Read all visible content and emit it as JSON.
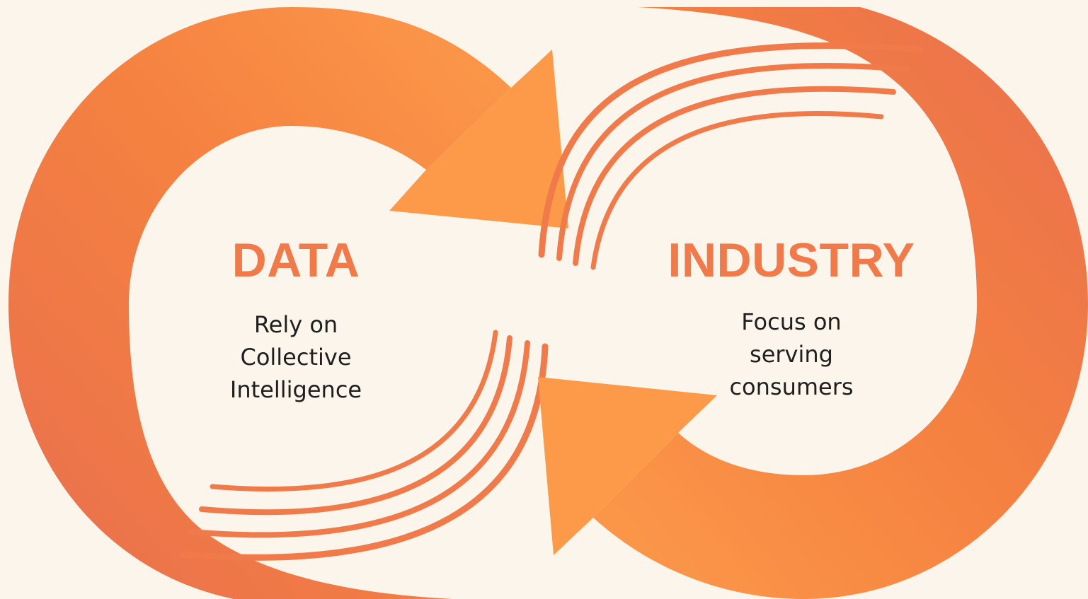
{
  "colors": {
    "background": "#FCF5EC",
    "accent": "#F07A4A",
    "gradient_light": "#FC9A4A",
    "gradient_dark": "#E96F4F",
    "subtitle_text": "#1F1F1F"
  },
  "left": {
    "title": "DATA",
    "subtitle_lines": [
      "Rely on",
      "Collective",
      "Intelligence"
    ],
    "arrow_icon": "clockwise-arrow-icon"
  },
  "right": {
    "title": "INDUSTRY",
    "subtitle_lines": [
      "Focus on",
      "serving",
      "consumers"
    ],
    "arrow_icon": "clockwise-arrow-icon"
  }
}
